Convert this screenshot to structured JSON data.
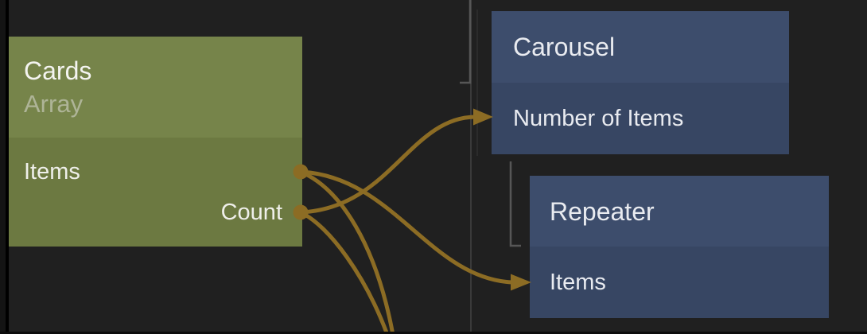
{
  "canvas": {
    "background_color": "#202020",
    "connector_color": "#8C6C24",
    "divider_color": "#3a3a3a",
    "tree_line_color": "#565656"
  },
  "nodes": {
    "cards": {
      "title": "Cards",
      "subtitle": "Array",
      "header_color": "#76844A",
      "body_color": "#6C7941",
      "outputs": [
        {
          "label": "Items"
        },
        {
          "label": "Count"
        }
      ]
    },
    "carousel": {
      "title": "Carousel",
      "header_color": "#3D4D6C",
      "body_color": "#374663",
      "inputs": [
        {
          "label": "Number of Items"
        }
      ]
    },
    "repeater": {
      "title": "Repeater",
      "header_color": "#3D4D6C",
      "body_color": "#374663",
      "inputs": [
        {
          "label": "Items"
        }
      ]
    }
  },
  "connections": [
    {
      "from": "Cards.Items",
      "to": "Repeater.Items"
    },
    {
      "from": "Cards.Count",
      "to": "Carousel.Number of Items"
    },
    {
      "from": "Cards.Items",
      "to": "off-screen-bottom"
    },
    {
      "from": "Cards.Count",
      "to": "off-screen-bottom"
    }
  ]
}
